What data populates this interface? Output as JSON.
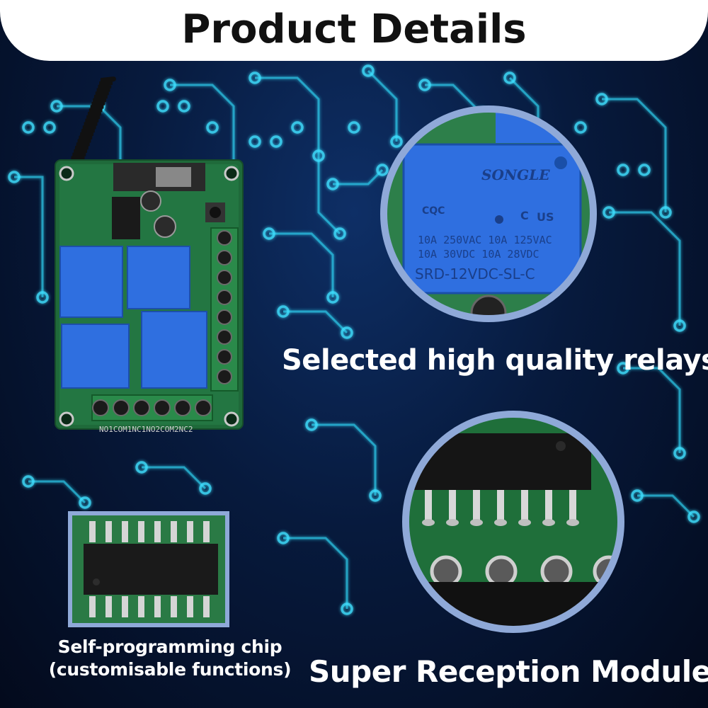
{
  "header": {
    "title": "Product Details"
  },
  "features": [
    {
      "caption": "Selected high quality relays"
    },
    {
      "caption": "Super Reception Module"
    }
  ],
  "chip": {
    "caption_line1": "Self-programming chip",
    "caption_line2": "(customisable functions)"
  },
  "relay_print": {
    "brand": "SONGLE",
    "rating1": "10A 250VAC  10A 125VAC",
    "rating2": "10A  30VDC  10A  28VDC",
    "model": "SRD-12VDC-SL-C",
    "mark_cqc": "CQC",
    "mark_us": "US",
    "mark_c": "C"
  },
  "board_labels": {
    "terminal_row": "NO1COM1NC1NO2COM2NC2"
  },
  "colors": {
    "background": "#071a3d",
    "trace": "#2fd0f0",
    "relay_blue": "#2f6fe0",
    "pcb_green": "#1f6a3a",
    "magnifier_ring": "#8fa9d8",
    "header_bg": "#ffffff"
  }
}
